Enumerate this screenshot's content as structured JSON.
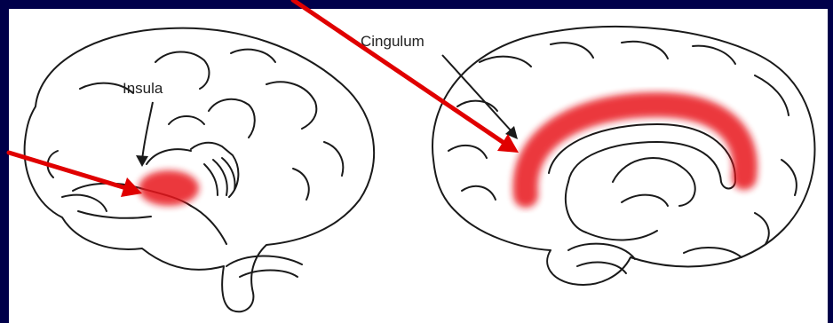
{
  "labels": {
    "insula": "Insula",
    "cingulum": "Cingulum"
  },
  "colors": {
    "background": "#00004a",
    "panel": "#ffffff",
    "highlight": "#e8141e",
    "pointer_arrow": "#e00000",
    "outline": "#1a1a1a"
  },
  "icons": {
    "left_figure": "brain-lateral-view",
    "right_figure": "brain-medial-view"
  }
}
